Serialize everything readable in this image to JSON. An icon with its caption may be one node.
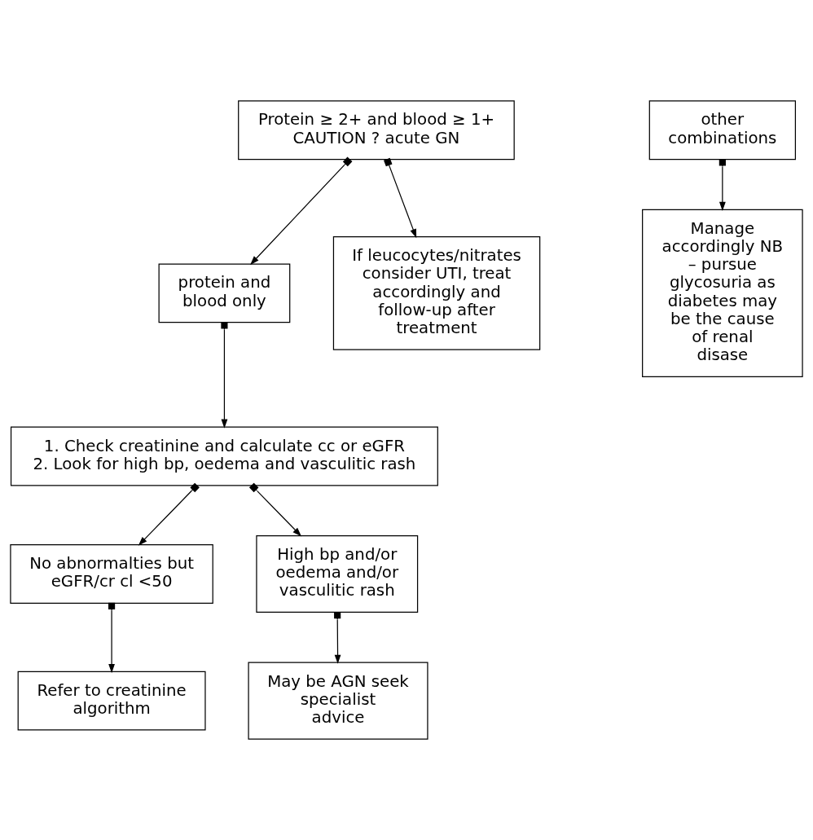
{
  "diagram": {
    "nodes": [
      {
        "text": [
          "Protein ≥ 2+ and blood ≥ 1+ CAUTION ? acute GN"
        ]
      },
      {
        "text": [
          "other combinations"
        ]
      },
      {
        "text": [
          "protein and blood only"
        ]
      },
      {
        "text": [
          "If leucocytes/nitrates consider UTI, treat accordingly and follow-up after treatment"
        ]
      },
      {
        "text": [
          "Manage accordingly NB – pursue glycosuria as diabetes may be the cause of renal disase"
        ]
      },
      {
        "text": [
          "1. Check creatinine and calculate cc or eGFR",
          "2. Look for high bp, oedema and vasculitic rash"
        ]
      },
      {
        "text": [
          "No abnormalties but eGFR/cr cl <50"
        ]
      },
      {
        "text": [
          "High bp and/or oedema and/or vasculitic rash"
        ]
      },
      {
        "text": [
          "Refer to creatinine algorithm"
        ]
      },
      {
        "text": [
          "May be AGN seek specialist advice"
        ]
      }
    ],
    "edges": [
      {
        "from": 0,
        "to": 2,
        "arrow": "to"
      },
      {
        "from": 0,
        "to": 3,
        "arrow": "to"
      },
      {
        "from": 1,
        "to": 4,
        "arrow": "to"
      },
      {
        "from": 2,
        "to": 5,
        "arrow": "to"
      },
      {
        "from": 5,
        "to": 6,
        "arrow": "to"
      },
      {
        "from": 5,
        "to": 7,
        "arrow": "to"
      },
      {
        "from": 6,
        "to": 8,
        "arrow": "to"
      },
      {
        "from": 7,
        "to": 9,
        "arrow": "to"
      }
    ]
  }
}
